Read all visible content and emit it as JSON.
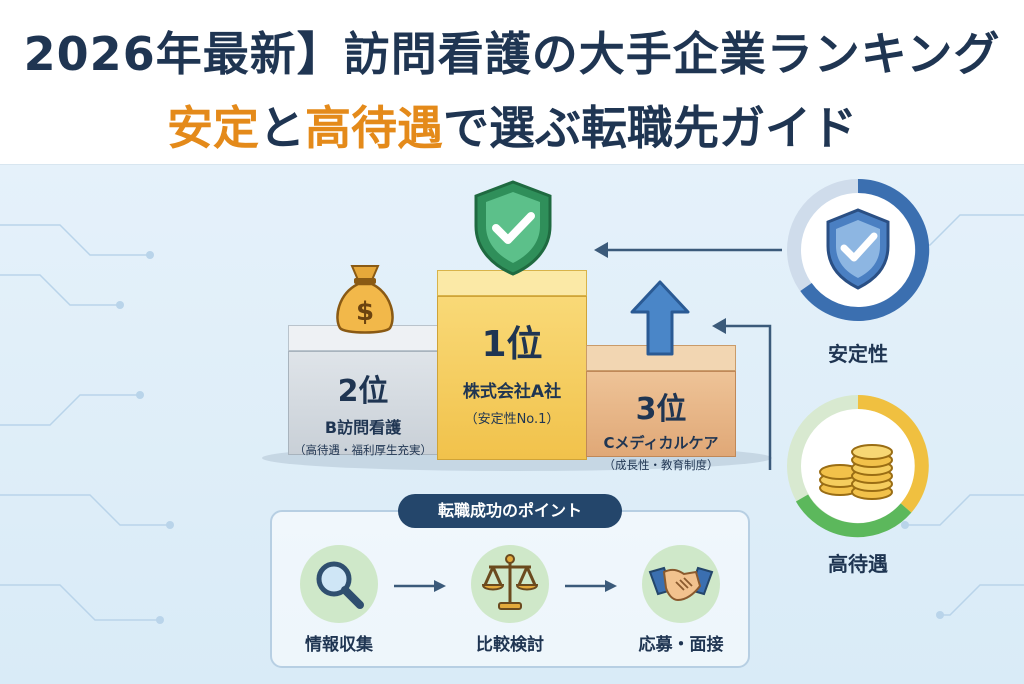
{
  "header": {
    "line1": "2026年最新】訪問看護の大手企業ランキング",
    "line2_part1": "安定",
    "line2_part2": "と",
    "line2_part3": "高待遇",
    "line2_part4": "で選ぶ転職先ガイド"
  },
  "podium": {
    "first": {
      "rank": "1位",
      "company": "株式会社A社",
      "note": "（安定性No.1）"
    },
    "second": {
      "rank": "2位",
      "company": "B訪問看護",
      "note": "（高待遇・福利厚生充実）"
    },
    "third": {
      "rank": "3位",
      "company": "Cメディカルケア",
      "note": "（成長性・教育制度）"
    }
  },
  "side": {
    "stability": "安定性",
    "high_pay": "高待遇"
  },
  "points": {
    "title": "転職成功のポイント",
    "steps": [
      "情報収集",
      "比較検討",
      "応募・面接"
    ]
  },
  "icons": {
    "shield": "shield-check-icon",
    "money_bag": "money-bag-icon",
    "growth_arrow": "up-arrow-icon",
    "coins": "coin-stack-icon",
    "search": "magnifier-icon",
    "scale": "balance-scale-icon",
    "handshake": "handshake-icon"
  },
  "colors": {
    "navy": "#1f3552",
    "accent": "#e48a1a",
    "gold": "#f1c24b",
    "silver": "#c9d0d7",
    "bronze": "#e0a877",
    "green": "#4caf50",
    "blue": "#3b6fb0"
  }
}
